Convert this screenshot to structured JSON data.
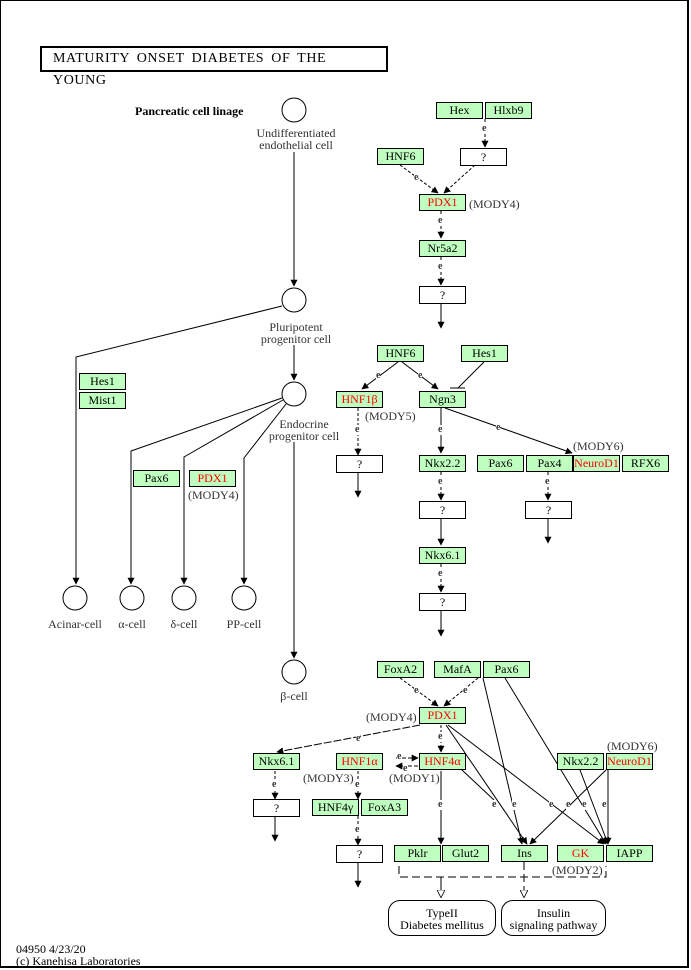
{
  "title": "MATURITY ONSET DIABETES OF THE YOUNG",
  "section_label": "Pancreatic cell linage",
  "cells": {
    "undifferentiated": "Undifferentiated\nendothelial cell",
    "pluripotent": "Pluripotent\nprogenitor cell",
    "endocrine": "Endocrine\nprogenitor cell",
    "acinar": "Acinar-cell",
    "alpha": "α-cell",
    "delta": "δ-cell",
    "pp": "PP-cell",
    "beta": "β-cell"
  },
  "genes": {
    "hex": "Hex",
    "hlxb9": "Hlxb9",
    "hnf6_top": "HNF6",
    "pdx1_top": "PDX1",
    "nr5a2": "Nr5a2",
    "hnf6_mid": "HNF6",
    "hes1_mid": "Hes1",
    "hnf1b": "HNF1β",
    "ngn3": "Ngn3",
    "nkx22_mid": "Nkx2.2",
    "pax6_mid": "Pax6",
    "pax4": "Pax4",
    "neurod1_mid": "NeuroD1",
    "rfx6": "RFX6",
    "nkx61_mid": "Nkx6.1",
    "hes1_left": "Hes1",
    "mist1": "Mist1",
    "pax6_left": "Pax6",
    "pdx1_left": "PDX1",
    "foxa2": "FoxA2",
    "mafa": "MafA",
    "pax6_bot": "Pax6",
    "pdx1_bot": "PDX1",
    "nkx61_bot": "Nkx6.1",
    "hnf1a": "HNF1α",
    "hnf4a": "HNF4α",
    "nkx22_bot": "Nkx2.2",
    "neurod1_bot": "NeuroD1",
    "hnf4y": "HNF4γ",
    "foxa3": "FoxA3",
    "pklr": "Pklr",
    "glut2": "Glut2",
    "ins": "Ins",
    "gk": "GK",
    "iapp": "IAPP"
  },
  "unknown_label": "?",
  "mody": {
    "mody1": "(MODY1)",
    "mody2": "(MODY2)",
    "mody3": "(MODY3)",
    "mody4": "(MODY4)",
    "mody5": "(MODY5)",
    "mody6": "(MODY6)"
  },
  "edge_label": "e",
  "pathways": {
    "t2dm": "TypeII\nDiabetes mellitus",
    "insulin": "Insulin\nsignaling pathway"
  },
  "footer": {
    "id_date": "04950 4/23/20",
    "copyright": "(c) Kanehisa Laboratories"
  },
  "colors": {
    "gene_fill": "#bfffbf",
    "disease_gene_text": "#ff0000"
  }
}
